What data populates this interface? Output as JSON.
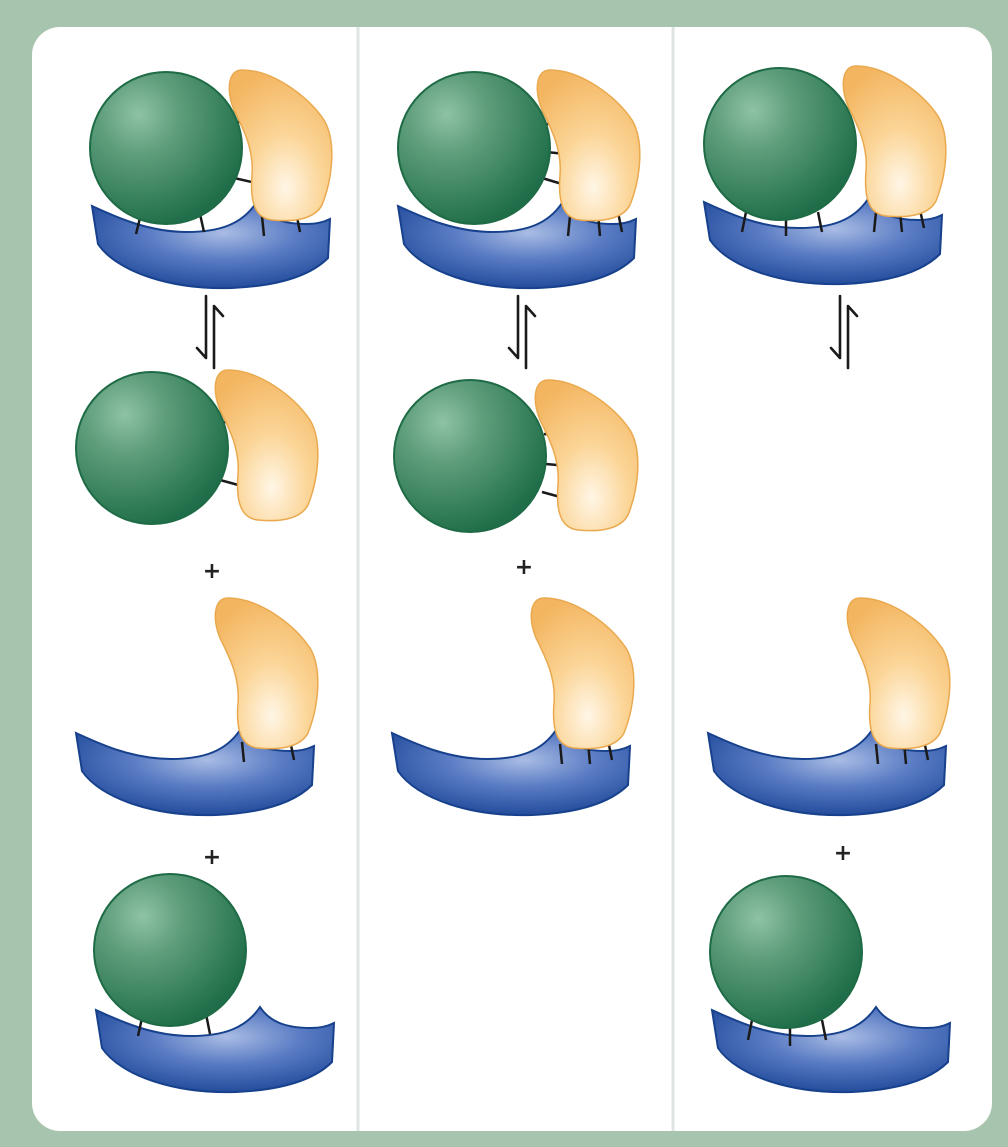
{
  "colors": {
    "frame": "#a6c4ae",
    "panel": "#ffffff",
    "divider": "#dfe6e1",
    "sphere": "#2e7d5a",
    "sphere_light": "#6fae8c",
    "blob": "#f6c274",
    "blob_light": "#fff2d8",
    "base": "#1f4fa3",
    "base_light": "#8da6d8",
    "bond": "#1a1a1a"
  },
  "icons": {
    "equilibrium": "equilibrium-arrows-icon",
    "plus": "plus-sign"
  },
  "symbols": {
    "plus": "+"
  },
  "columns": [
    {
      "name": "left",
      "rows": [
        "complex-all-three",
        "equilibrium",
        "sphere-blob-pair",
        "plus",
        "blob-on-base",
        "plus",
        "sphere-on-base"
      ]
    },
    {
      "name": "middle",
      "rows": [
        "complex-all-three",
        "equilibrium",
        "sphere-blob-pair",
        "plus",
        "blob-on-base"
      ]
    },
    {
      "name": "right",
      "rows": [
        "complex-all-three",
        "equilibrium",
        "blob-on-base",
        "plus",
        "sphere-on-base"
      ]
    }
  ]
}
